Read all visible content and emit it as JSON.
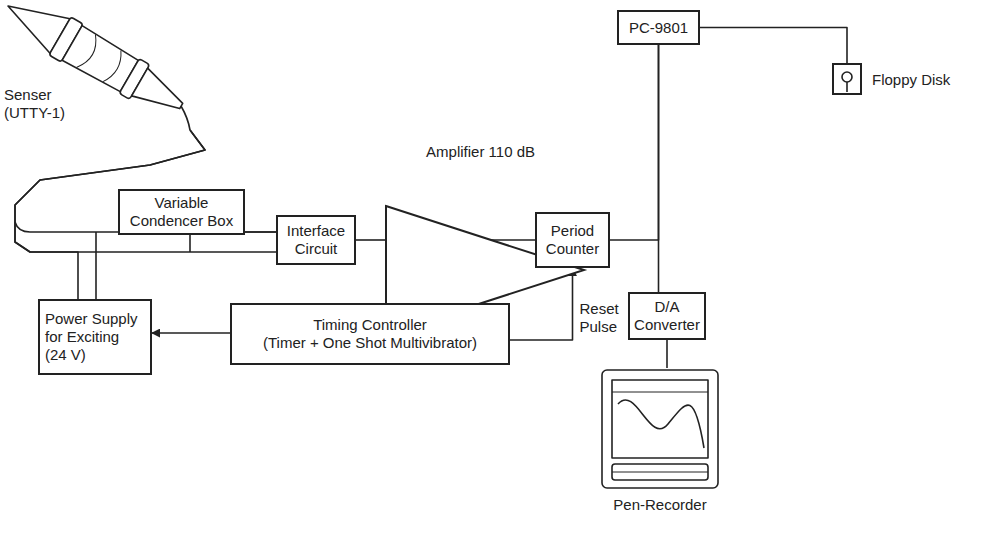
{
  "diagram": {
    "nodes": [
      {
        "text": [
          "Senser (UTTY-1)"
        ]
      },
      {
        "text": [
          "Variable Condencer Box"
        ]
      },
      {
        "text": [
          "Interface Circuit"
        ]
      },
      {
        "text": [
          "Amplifier 110 dB"
        ]
      },
      {
        "text": [
          "Period Counter"
        ]
      },
      {
        "text": [
          "PC-9801"
        ]
      },
      {
        "text": [
          "Floppy Disk"
        ]
      },
      {
        "text": [
          "D/A Converter"
        ]
      },
      {
        "text": [
          "Pen-Recorder"
        ]
      },
      {
        "text": [
          "Power Supply for Exciting (24 V)"
        ]
      },
      {
        "text": [
          "Timing Controller",
          "(Timer + One Shot Multivibrator)"
        ]
      }
    ],
    "edges": [
      {
        "from": 0,
        "to": 2,
        "arrow": "none"
      },
      {
        "from": 1,
        "to": 2,
        "arrow": "none"
      },
      {
        "from": 9,
        "to": 0,
        "arrow": "none"
      },
      {
        "from": 2,
        "to": 3,
        "arrow": "none"
      },
      {
        "from": 3,
        "to": 4,
        "arrow": "none"
      },
      {
        "from": 4,
        "to": 5,
        "arrow": "none"
      },
      {
        "from": 5,
        "to": 6,
        "arrow": "none"
      },
      {
        "from": 5,
        "to": 7,
        "arrow": "none"
      },
      {
        "from": 7,
        "to": 8,
        "arrow": "none"
      },
      {
        "from": 10,
        "to": 9,
        "arrow": "to"
      },
      {
        "from": 10,
        "to": 4,
        "label": "Reset Pulse",
        "arrow": "to"
      }
    ]
  }
}
